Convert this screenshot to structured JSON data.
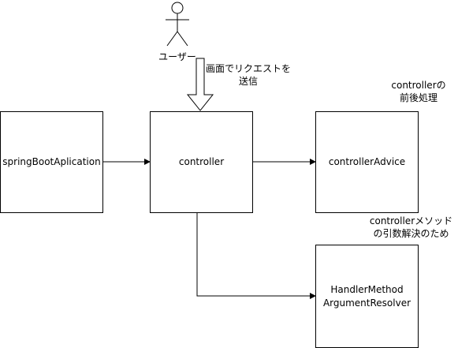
{
  "nodes": {
    "springboot": "springBootAplication",
    "controller": "controller",
    "advice": "controllerAdvice",
    "resolver_line1": "HandlerMethod",
    "resolver_line2": "ArgumentResolver"
  },
  "actor": {
    "label": "ユーザー"
  },
  "annotations": {
    "request_line1": "画面でリクエストを",
    "request_line2": "送信",
    "advice_note_line1": "controllerの",
    "advice_note_line2": "前後処理",
    "resolver_note_line1": "controllerメソッド",
    "resolver_note_line2": "の引数解決のため"
  }
}
